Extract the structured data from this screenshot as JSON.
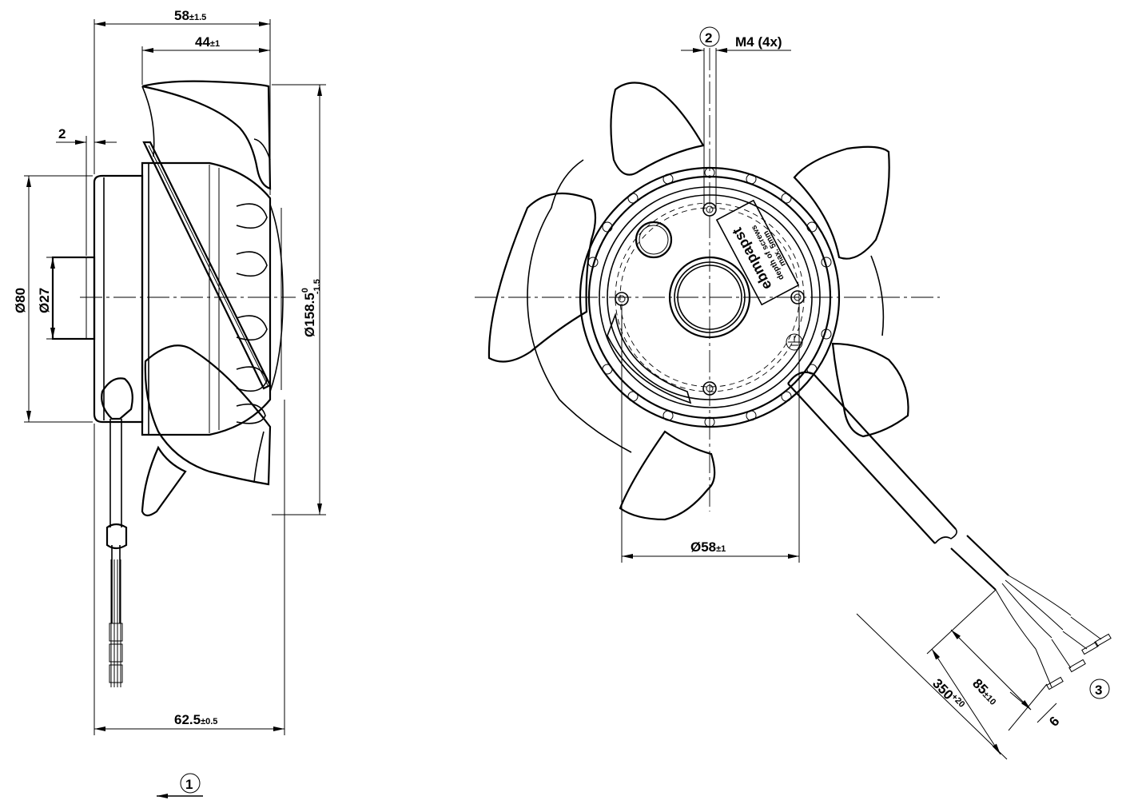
{
  "side_view": {
    "dims": {
      "d58": "58",
      "d58_tol": "±1.5",
      "d44": "44",
      "d44_tol": "±1",
      "d2": "2",
      "d80": "Ø80",
      "d27": "Ø27",
      "d1585": "Ø158.5",
      "d1585_sup": "0",
      "d1585_sub": "-1.5",
      "d625": "62.5",
      "d625_tol": "±0.5"
    },
    "callout_1": "1"
  },
  "front_view": {
    "callout_2": "2",
    "thread_label": "M4 (4x)",
    "dim_58": "Ø58",
    "dim_58_tol": "±1",
    "label_lines": [
      "ebmpapst",
      "depth of screws",
      "max. 5mm"
    ],
    "cable_dims": {
      "d350": "350",
      "d350_tol": "+20",
      "d85": "85",
      "d85_tol": "±10",
      "d6": "6"
    },
    "callout_3": "3"
  },
  "colors": {
    "line": "#000000",
    "background": "#ffffff"
  }
}
